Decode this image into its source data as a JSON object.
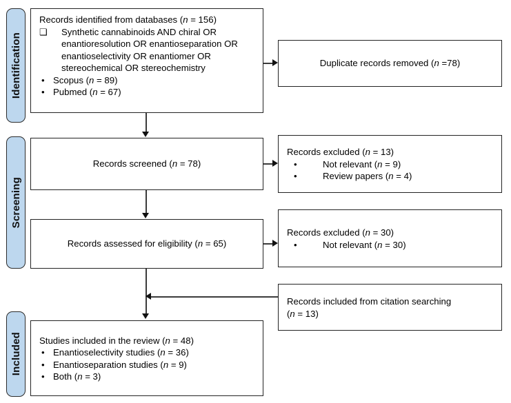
{
  "diagram": {
    "type": "prisma-flow-diagram",
    "accent_color": "#bdd7ee",
    "border_color": "#222222",
    "background": "#ffffff"
  },
  "phases": [
    {
      "key": "identification",
      "label": "Identification"
    },
    {
      "key": "screening",
      "label": "Screening"
    },
    {
      "key": "included",
      "label": "Included"
    }
  ],
  "boxes": {
    "identified": {
      "title": "Records identified from databases (n = 156)",
      "title_text": "Records identified from databases (",
      "title_n": "n",
      "title_tail": " = 156)",
      "checkbox_glyph": "❑",
      "query": "Synthetic cannabinoids AND chiral OR enantioresolution OR enantioseparation OR enantioselectivity OR  enantiomer OR stereochemical OR stereochemistry",
      "sources": [
        {
          "bullet": "•",
          "label": "Scopus (",
          "n": "n",
          "tail": " = 89)"
        },
        {
          "bullet": "•",
          "label": "Pubmed (",
          "n": "n",
          "tail": " = 67)"
        }
      ]
    },
    "duplicates": {
      "label": "Duplicate records removed  (",
      "n": "n",
      "tail": " =78)"
    },
    "screened": {
      "label": "Records screened (",
      "n": "n",
      "tail": " = 78)"
    },
    "excluded_screening": {
      "title": "Records excluded (",
      "title_n": "n",
      "title_tail": " = 13)",
      "reasons": [
        {
          "bullet": "•",
          "label": "Not relevant (",
          "n": "n",
          "tail": " = 9)"
        },
        {
          "bullet": "•",
          "label": "Review papers (",
          "n": "n",
          "tail": " = 4)"
        }
      ]
    },
    "eligibility": {
      "label": "Records assessed for eligibility (",
      "n": "n",
      "tail": " = 65)"
    },
    "excluded_eligibility": {
      "title": "Records excluded (",
      "title_n": "n",
      "title_tail": " = 30)",
      "reasons": [
        {
          "bullet": "•",
          "label": "Not relevant (",
          "n": "n",
          "tail": " = 30)"
        }
      ]
    },
    "citation": {
      "line1": "Records included from citation searching",
      "line2_n": "n",
      "line2_tail": " = 13)",
      "line2_open": "("
    },
    "included": {
      "title": "Studies included in the review (",
      "title_n": "n",
      "title_tail": " = 48)",
      "items": [
        {
          "bullet": "•",
          "label": "Enantioselectivity studies (",
          "n": "n",
          "tail": " = 36)"
        },
        {
          "bullet": "•",
          "label": "Enantioseparation studies (",
          "n": "n",
          "tail": " = 9)"
        },
        {
          "bullet": "•",
          "label": "Both (",
          "n": "n",
          "tail": " = 3)"
        }
      ]
    }
  }
}
